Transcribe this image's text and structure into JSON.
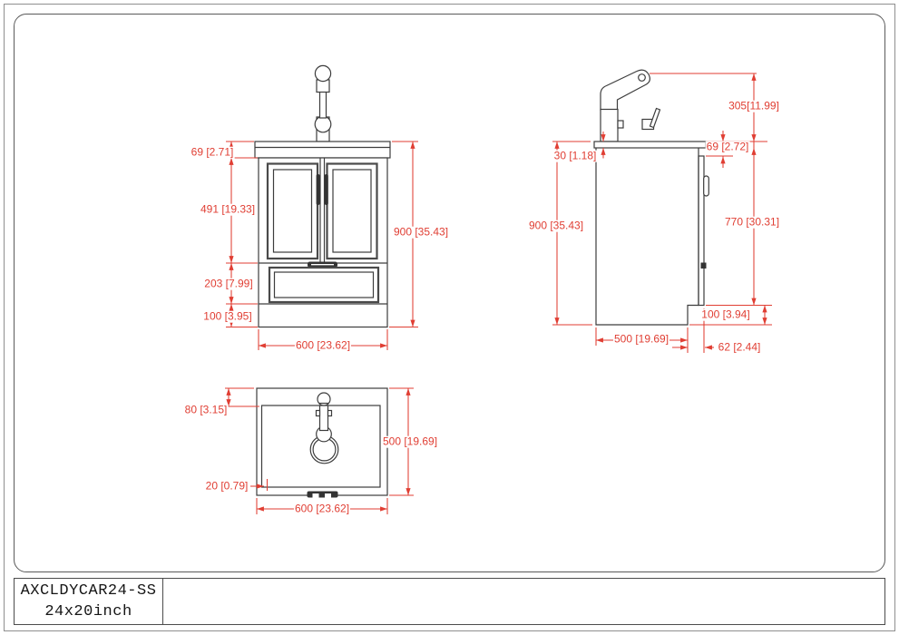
{
  "colors": {
    "background": "#ffffff",
    "drawing_line": "#3d3d3d",
    "dimension_red": "#e03e33"
  },
  "title_block": {
    "model": "AXCLDYCAR24-SS",
    "size": "24x20inch"
  },
  "views": {
    "front": {
      "name": "front-elevation",
      "dims": {
        "counter_height": "69 [2.71]",
        "door_height": "491 [19.33]",
        "drawer_height": "203 [7.99]",
        "toekick_height": "100 [3.95]",
        "overall_height": "900 [35.43]",
        "overall_width": "600 [23.62]"
      }
    },
    "side": {
      "name": "side-elevation",
      "dims": {
        "faucet_height": "305[11.99]",
        "counter_thickness": "30 [1.18]",
        "counter_to_door": "69 [2.72]",
        "overall_height": "900 [35.43]",
        "door_panel_height": "770 [30.31]",
        "toekick_height": "100 [3.94]",
        "overall_depth": "500 [19.69]",
        "toekick_recess": "62 [2.44]"
      }
    },
    "top": {
      "name": "top-plan",
      "dims": {
        "back_rim": "80 [3.15]",
        "side_rim": "20 [0.79]",
        "overall_depth": "500 [19.69]",
        "overall_width": "600 [23.62]"
      }
    }
  }
}
